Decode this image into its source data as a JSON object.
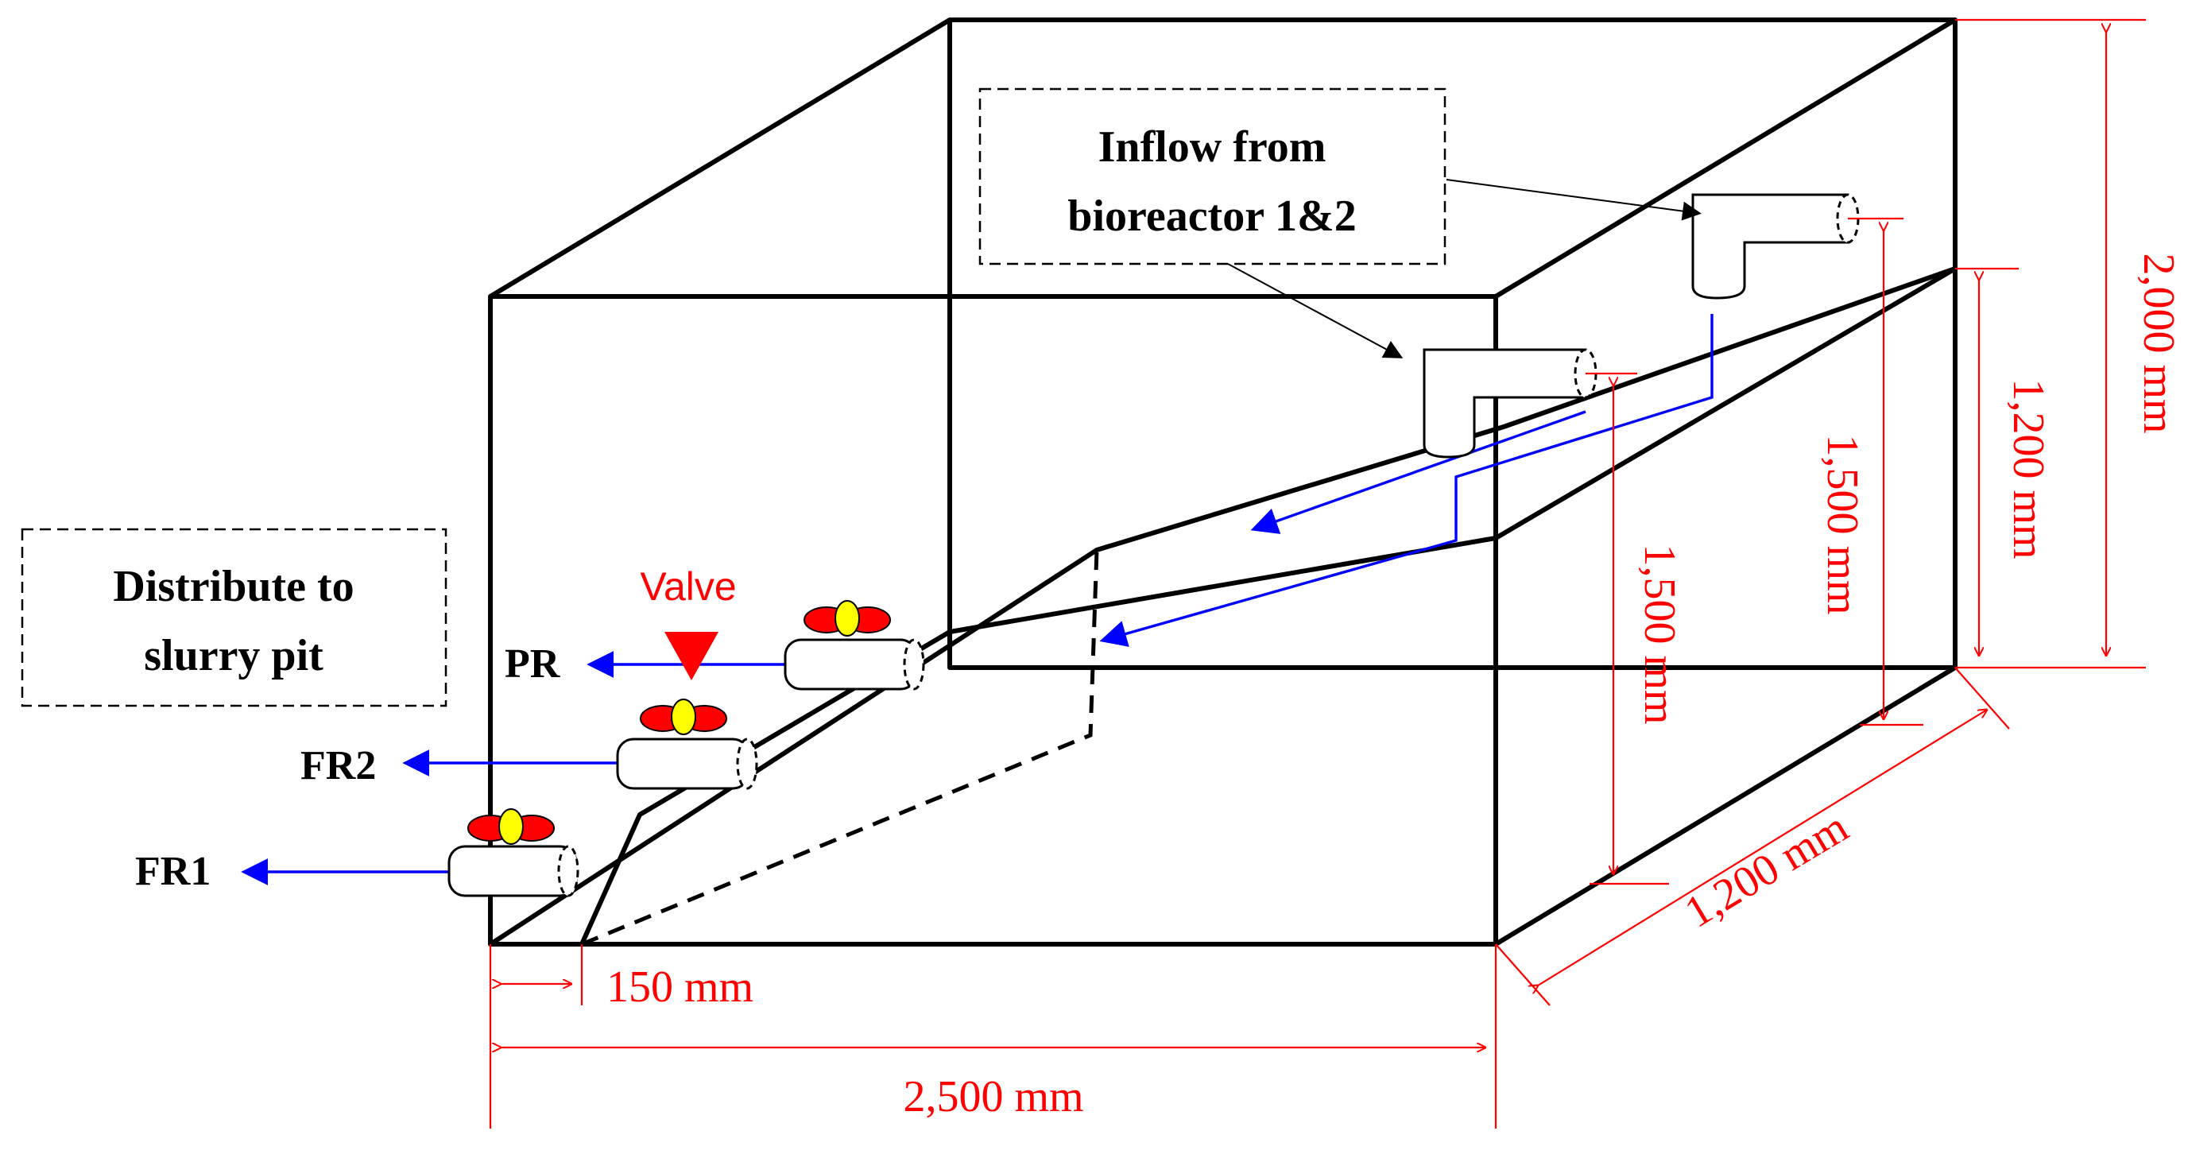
{
  "labels": {
    "inflow_line1": "Inflow from",
    "inflow_line2": "bioreactor 1&2",
    "distribute_line1": "Distribute to",
    "distribute_line2": "slurry pit",
    "valve": "Valve",
    "pr": "PR",
    "fr2": "FR2",
    "fr1": "FR1"
  },
  "dimensions": {
    "height_total": "2,000 mm",
    "height_back": "1,200 mm",
    "pipe_height_back": "1,500 mm",
    "pipe_height_front": "1,500 mm",
    "depth": "1,200 mm",
    "offset_bottom": "150 mm",
    "length": "2,500 mm"
  },
  "colors": {
    "outline": "#000000",
    "dimension": "#ff0000",
    "flow": "#0000ff",
    "valve_petal": "#ff0000",
    "valve_center": "#ffff00"
  }
}
